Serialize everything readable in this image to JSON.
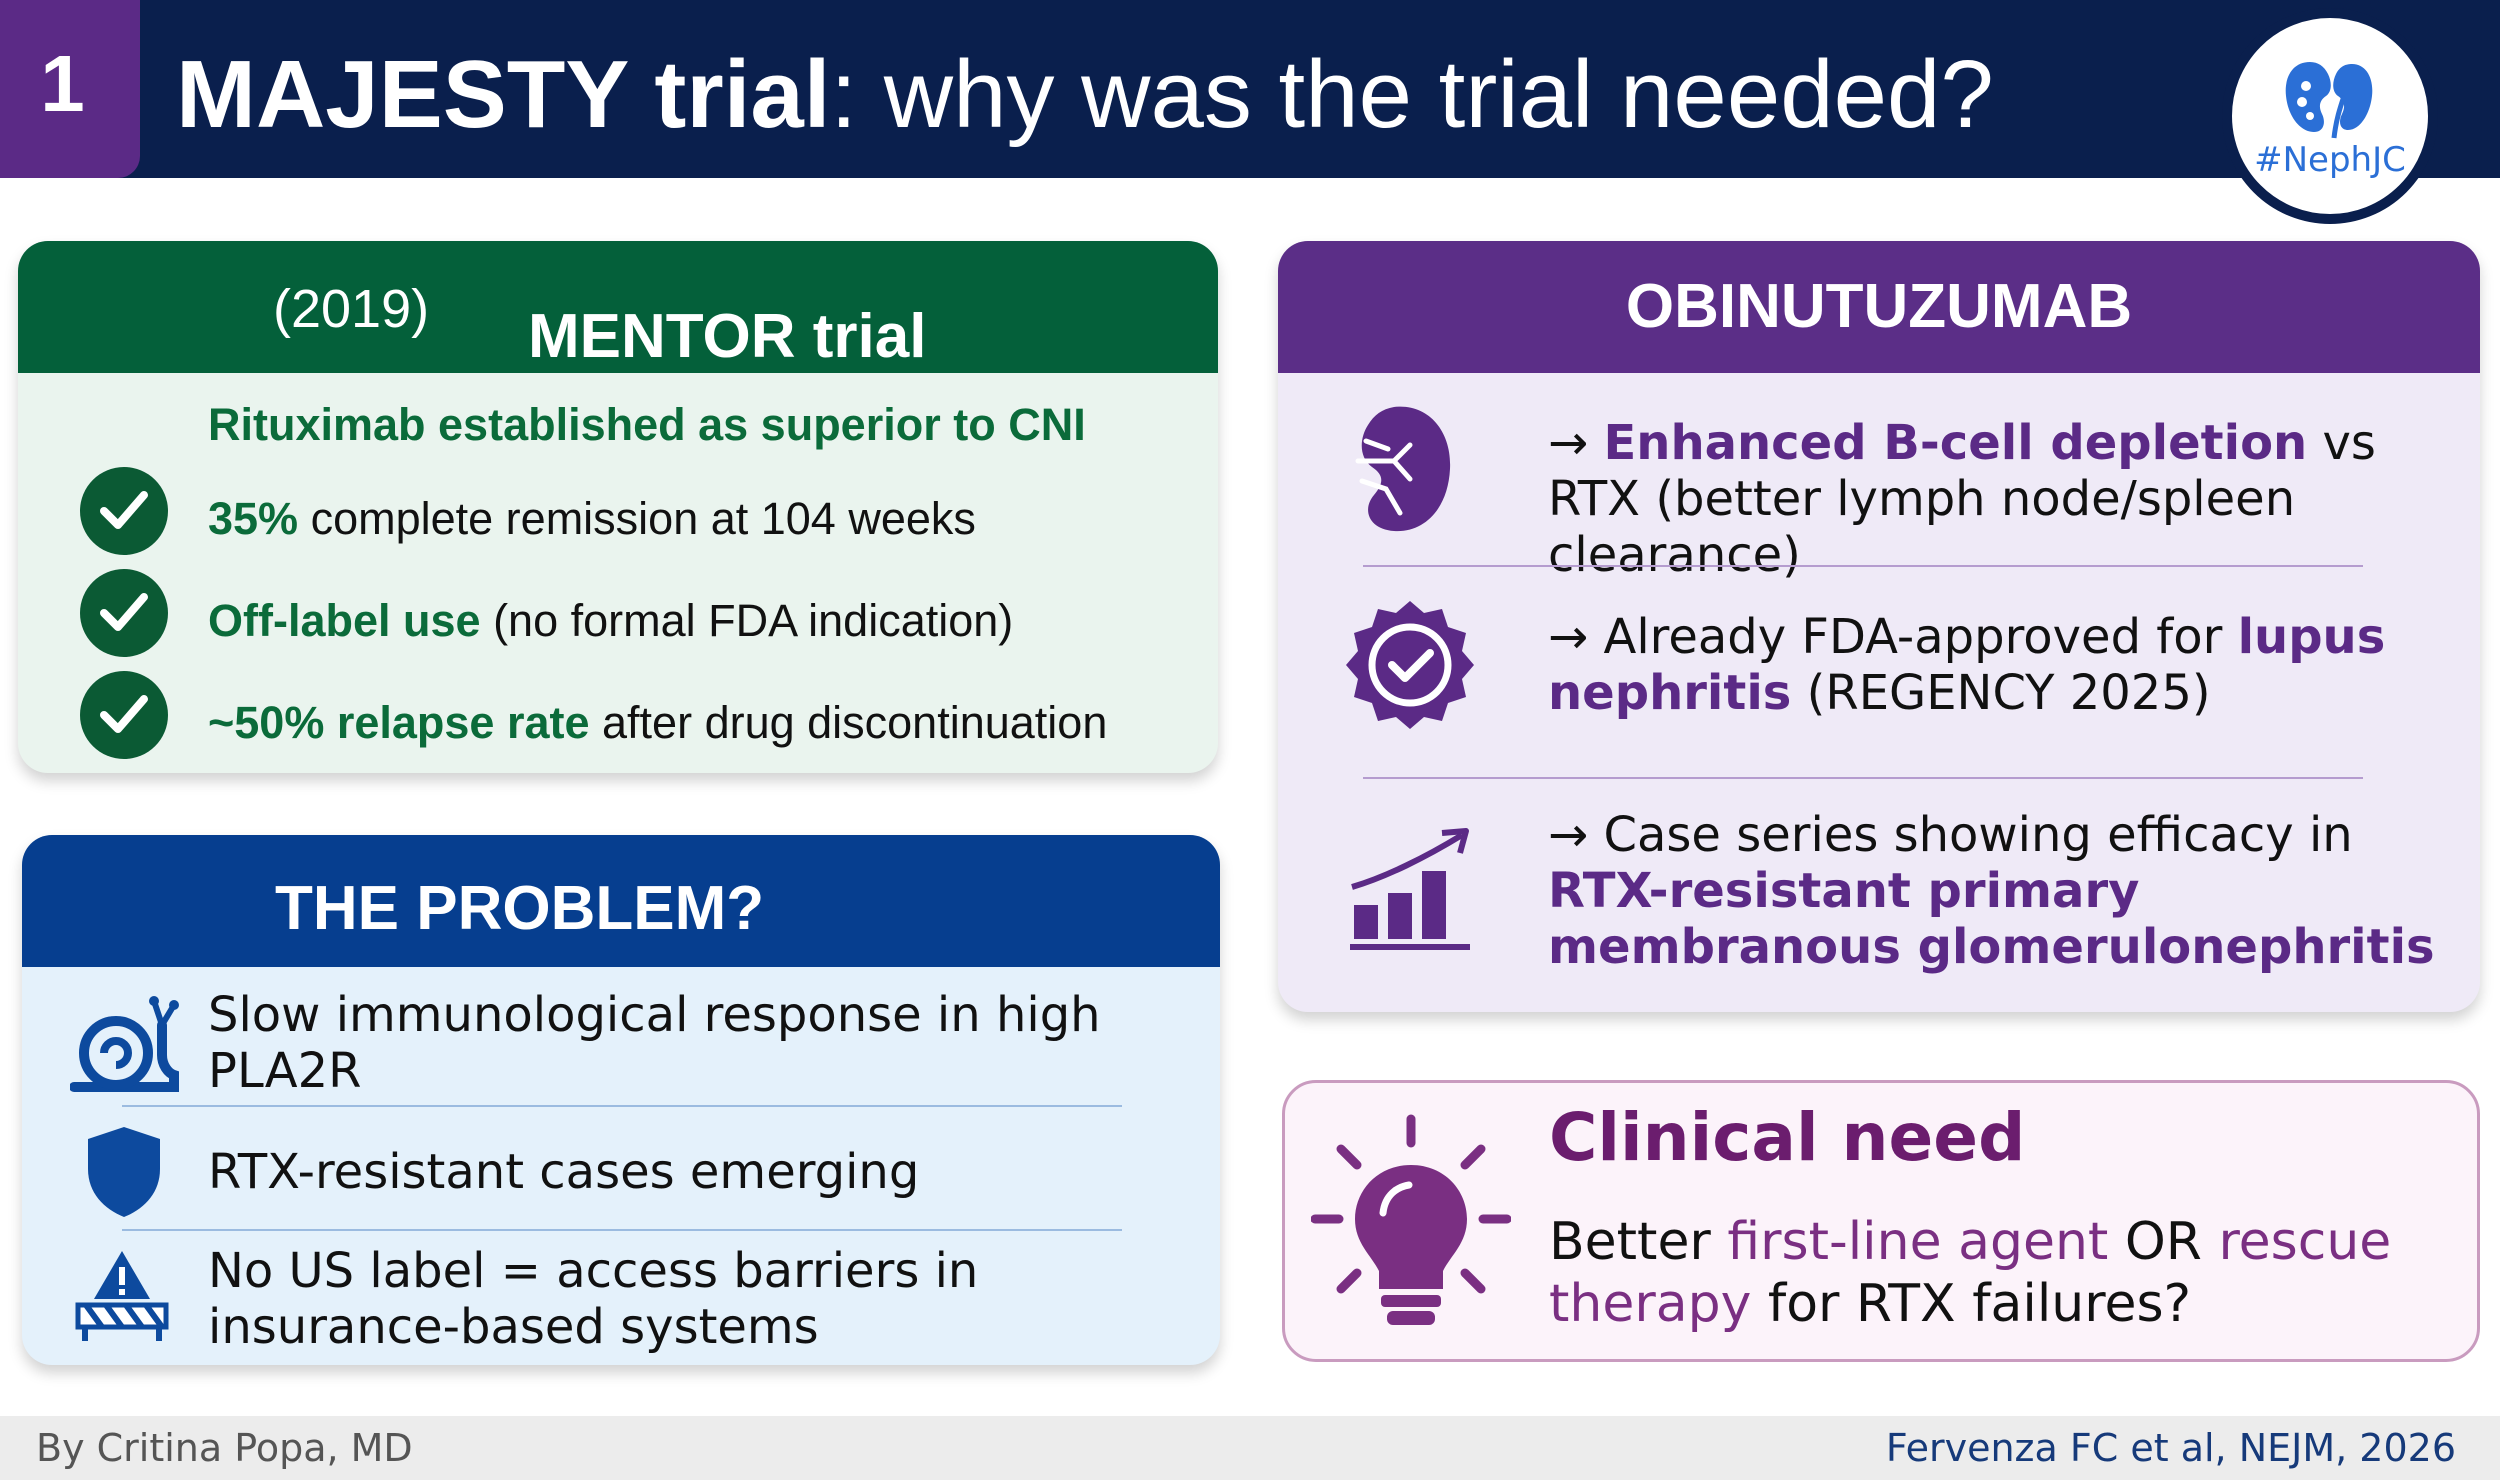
{
  "header": {
    "slide_number": "1",
    "title_bold": "MAJESTY trial",
    "title_rest": ": why was the trial needed?",
    "logo_text": "#NephJC",
    "logo_icon": "kidney-icon"
  },
  "mentor": {
    "title": "MENTOR trial",
    "year": "(2019)",
    "lead": "Rituximab established as superior to CNI",
    "items": [
      {
        "bold": "35%",
        "rest": " complete remission at 104 weeks"
      },
      {
        "bold": "Off-label use",
        "rest": " (no formal FDA indication)"
      },
      {
        "bold": "~50% relapse rate",
        "rest": " after drug discontinuation"
      }
    ],
    "item_icon": "check-circle-icon"
  },
  "problem": {
    "title": "THE PROBLEM?",
    "items": [
      {
        "icon": "snail-icon",
        "text": "Slow immunological response in high PLA2R"
      },
      {
        "icon": "shield-icon",
        "text": "RTX-resistant cases emerging"
      },
      {
        "icon": "warning-barrier-icon",
        "text": "No US label = access barriers in insurance-based systems"
      }
    ]
  },
  "obinutuzumab": {
    "title": "OBINUTUZUMAB",
    "items": [
      {
        "icon": "spleen-icon",
        "prefix": "→ ",
        "bold": "Enhanced B-cell depletion",
        "rest": " vs RTX (better lymph node/spleen clearance)"
      },
      {
        "icon": "approved-badge-icon",
        "prefix": "→ Already FDA-approved for ",
        "bold": "lupus nephritis",
        "rest": " (REGENCY 2025)"
      },
      {
        "icon": "growth-chart-icon",
        "prefix": "→ Case series showing efficacy in ",
        "bold": "RTX-resistant primary membranous glomerulonephritis",
        "rest": ""
      }
    ]
  },
  "clinical_need": {
    "title": "Clinical need",
    "icon": "lightbulb-icon",
    "text_1": "Better ",
    "accent_1": "first-line agent",
    "text_2": " OR ",
    "accent_2": "rescue therapy",
    "text_3": " for RTX failures?"
  },
  "footer": {
    "author": "By Critina Popa, MD",
    "citation": "Fervenza FC et al, NEJM, 2026"
  },
  "colors": {
    "header_bg": "#0a1f4d",
    "slide_number_bg": "#5b2a86",
    "mentor_green": "#04603a",
    "problem_blue": "#063e8f",
    "obin_purple": "#5b2e87",
    "need_plum": "#6b1d6e"
  }
}
